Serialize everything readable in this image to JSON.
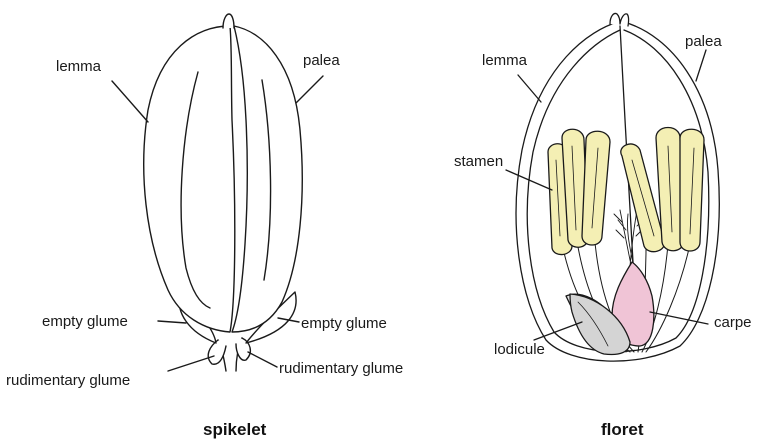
{
  "spikelet": {
    "caption": "spikelet",
    "labels": {
      "lemma": "lemma",
      "palea": "palea",
      "empty_glume_left": "empty glume",
      "empty_glume_right": "empty glume",
      "rudimentary_glume_left": "rudimentary glume",
      "rudimentary_glume_right": "rudimentary glume"
    }
  },
  "floret": {
    "caption": "floret",
    "labels": {
      "lemma": "lemma",
      "palea": "palea",
      "stamen": "stamen",
      "carpe": "carpe",
      "lodicule": "lodicule"
    }
  },
  "colors": {
    "stroke": "#1a1a1a",
    "anther_fill": "#f4efb4",
    "carpel_fill": "#f0c4d6",
    "lodicule_fill": "#d4d4d4"
  }
}
